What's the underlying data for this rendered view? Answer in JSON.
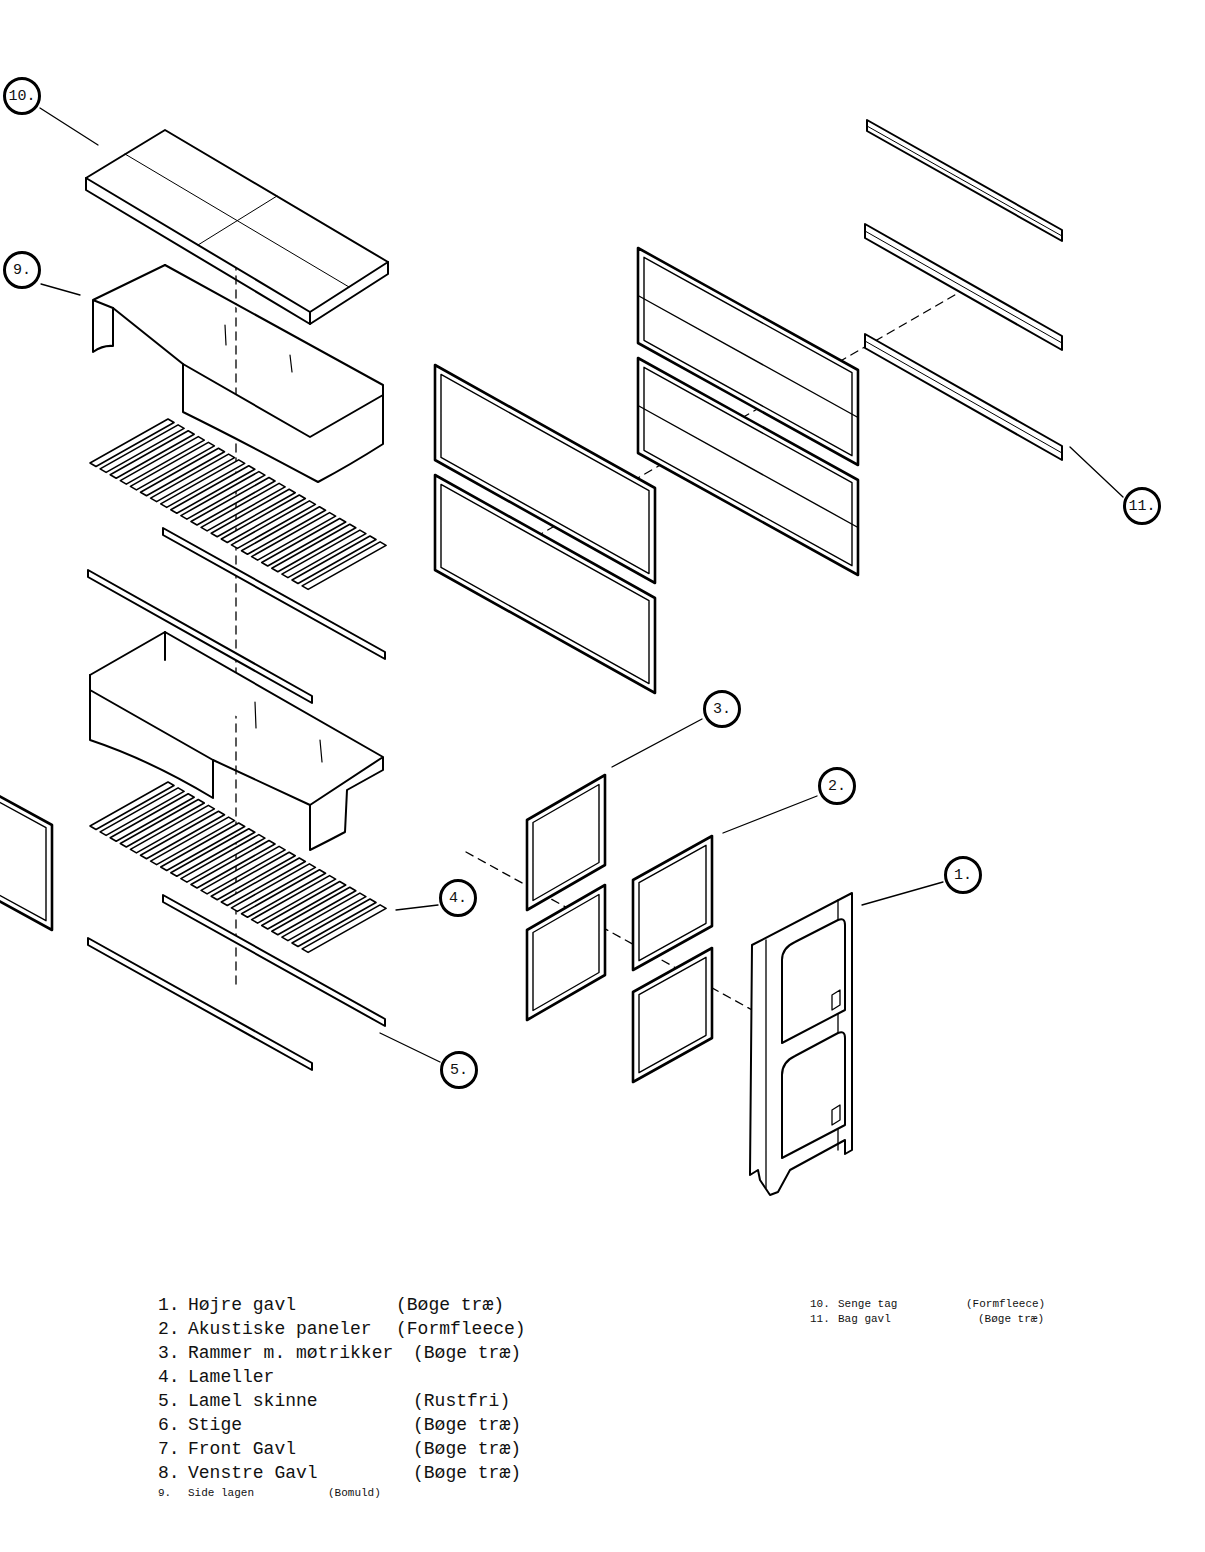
{
  "diagram": {
    "nodes": [
      {
        "text": [
          "10."
        ]
      },
      {
        "text": [
          "9."
        ]
      },
      {
        "text": [
          "11."
        ]
      },
      {
        "text": [
          "3."
        ]
      },
      {
        "text": [
          "2."
        ]
      },
      {
        "text": [
          "1."
        ]
      },
      {
        "text": [
          "4."
        ]
      },
      {
        "text": [
          "5."
        ]
      }
    ],
    "labels": [
      "1.",
      "Højre gavl",
      "(Bøge træ)",
      "2.",
      "Akustiske paneler",
      "(Formfleece)",
      "3.",
      "Rammer m. møtrikker",
      "(Bøge træ)",
      "4.",
      "Lameller",
      "5.",
      "Lamel skinne",
      "(Rustfri)",
      "6.",
      "Stige",
      "(Bøge træ)",
      "7.",
      "Front Gavl",
      "(Bøge træ)",
      "8.",
      "Venstre Gavl",
      "(Bøge træ)",
      "9.",
      "Side lagen",
      "(Bomuld)",
      "10.",
      "Senge tag",
      "(Formfleece)",
      "11.",
      "Bag gavl",
      "(Bøge træ)"
    ]
  }
}
